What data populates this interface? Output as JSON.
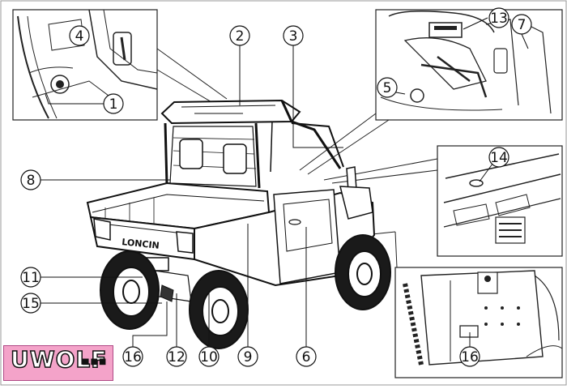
{
  "callouts": [
    "1",
    "2",
    "3",
    "4",
    "5",
    "6",
    "7",
    "8",
    "9",
    "10",
    "11",
    "12",
    "13",
    "14",
    "15",
    "16"
  ],
  "brand_on_vehicle": "LONCIN",
  "logo": {
    "text": "UWOLF",
    "subtitle": "",
    "accent_color": "#f4a3c9"
  },
  "colors": {
    "line": "#111111",
    "background": "#ffffff",
    "tire": "#1a1a1a"
  }
}
